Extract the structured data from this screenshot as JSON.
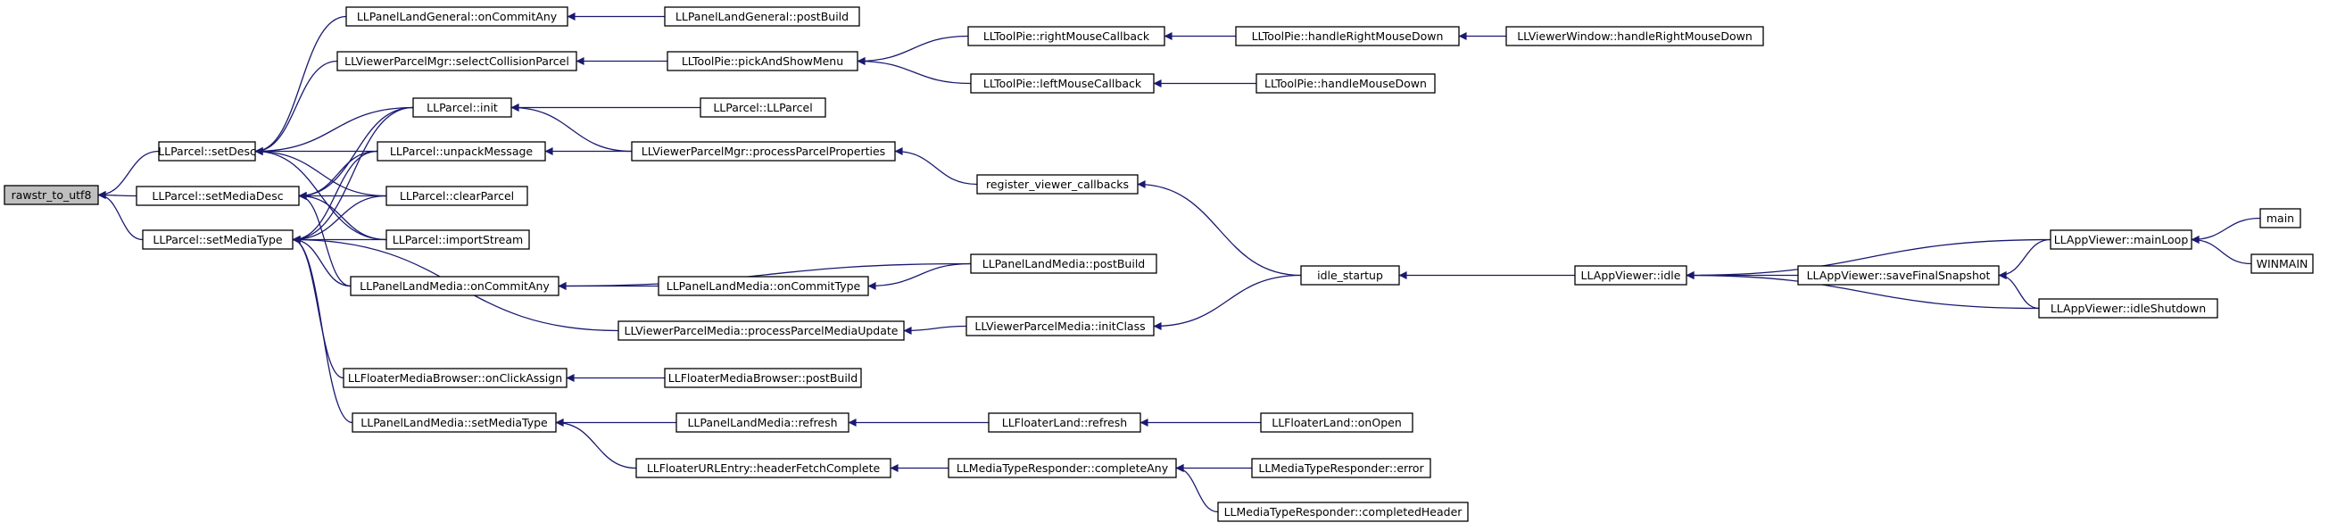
{
  "graph": {
    "type": "caller-graph",
    "colors": {
      "edge": "#191970",
      "node_border": "#000000",
      "root_fill": "#bfbfbf",
      "node_fill": "#ffffff"
    },
    "nodes": [
      {
        "id": "n1",
        "label": "rawstr_to_utf8",
        "root": true
      },
      {
        "id": "n2",
        "label": "LLParcel::setDesc"
      },
      {
        "id": "n3",
        "label": "LLParcel::setMediaDesc"
      },
      {
        "id": "n4",
        "label": "LLParcel::setMediaType"
      },
      {
        "id": "n5",
        "label": "LLPanelLandGeneral::onCommitAny"
      },
      {
        "id": "n6",
        "label": "LLPanelLandGeneral::postBuild"
      },
      {
        "id": "n7",
        "label": "LLViewerParcelMgr::selectCollisionParcel"
      },
      {
        "id": "n8",
        "label": "LLToolPie::pickAndShowMenu"
      },
      {
        "id": "n9",
        "label": "LLToolPie::rightMouseCallback"
      },
      {
        "id": "n10",
        "label": "LLToolPie::handleRightMouseDown"
      },
      {
        "id": "n11",
        "label": "LLViewerWindow::handleRightMouseDown"
      },
      {
        "id": "n12",
        "label": "LLToolPie::leftMouseCallback"
      },
      {
        "id": "n13",
        "label": "LLToolPie::handleMouseDown"
      },
      {
        "id": "n14",
        "label": "LLParcel::init"
      },
      {
        "id": "n15",
        "label": "LLParcel::LLParcel"
      },
      {
        "id": "n16",
        "label": "LLParcel::unpackMessage"
      },
      {
        "id": "n17",
        "label": "LLViewerParcelMgr::processParcelProperties"
      },
      {
        "id": "n18",
        "label": "register_viewer_callbacks"
      },
      {
        "id": "n19",
        "label": "LLParcel::clearParcel"
      },
      {
        "id": "n20",
        "label": "LLParcel::importStream"
      },
      {
        "id": "n21",
        "label": "LLPanelLandMedia::postBuild"
      },
      {
        "id": "n22",
        "label": "LLPanelLandMedia::onCommitAny"
      },
      {
        "id": "n23",
        "label": "LLPanelLandMedia::onCommitType"
      },
      {
        "id": "n24",
        "label": "idle_startup"
      },
      {
        "id": "n25",
        "label": "LLAppViewer::idle"
      },
      {
        "id": "n26",
        "label": "LLAppViewer::mainLoop"
      },
      {
        "id": "n27",
        "label": "main"
      },
      {
        "id": "n28",
        "label": "WINMAIN"
      },
      {
        "id": "n29",
        "label": "LLAppViewer::saveFinalSnapshot"
      },
      {
        "id": "n30",
        "label": "LLAppViewer::idleShutdown"
      },
      {
        "id": "n31",
        "label": "LLViewerParcelMedia::processParcelMediaUpdate"
      },
      {
        "id": "n32",
        "label": "LLViewerParcelMedia::initClass"
      },
      {
        "id": "n33",
        "label": "LLFloaterMediaBrowser::onClickAssign"
      },
      {
        "id": "n34",
        "label": "LLFloaterMediaBrowser::postBuild"
      },
      {
        "id": "n35",
        "label": "LLPanelLandMedia::setMediaType"
      },
      {
        "id": "n36",
        "label": "LLPanelLandMedia::refresh"
      },
      {
        "id": "n37",
        "label": "LLFloaterLand::refresh"
      },
      {
        "id": "n38",
        "label": "LLFloaterLand::onOpen"
      },
      {
        "id": "n39",
        "label": "LLFloaterURLEntry::headerFetchComplete"
      },
      {
        "id": "n40",
        "label": "LLMediaTypeResponder::completeAny"
      },
      {
        "id": "n41",
        "label": "LLMediaTypeResponder::error"
      },
      {
        "id": "n42",
        "label": "LLMediaTypeResponder::completedHeader"
      }
    ],
    "edges": [
      {
        "from": "n2",
        "to": "n1"
      },
      {
        "from": "n3",
        "to": "n1"
      },
      {
        "from": "n4",
        "to": "n1"
      },
      {
        "from": "n5",
        "to": "n2"
      },
      {
        "from": "n7",
        "to": "n2"
      },
      {
        "from": "n14",
        "to": "n2"
      },
      {
        "from": "n16",
        "to": "n2"
      },
      {
        "from": "n19",
        "to": "n2"
      },
      {
        "from": "n20",
        "to": "n2"
      },
      {
        "from": "n22",
        "to": "n3"
      },
      {
        "from": "n14",
        "to": "n3"
      },
      {
        "from": "n16",
        "to": "n3"
      },
      {
        "from": "n19",
        "to": "n3"
      },
      {
        "from": "n20",
        "to": "n3"
      },
      {
        "from": "n14",
        "to": "n4"
      },
      {
        "from": "n16",
        "to": "n4"
      },
      {
        "from": "n19",
        "to": "n4"
      },
      {
        "from": "n20",
        "to": "n4"
      },
      {
        "from": "n22",
        "to": "n4"
      },
      {
        "from": "n31",
        "to": "n4"
      },
      {
        "from": "n33",
        "to": "n4"
      },
      {
        "from": "n35",
        "to": "n4"
      },
      {
        "from": "n6",
        "to": "n5"
      },
      {
        "from": "n8",
        "to": "n7"
      },
      {
        "from": "n9",
        "to": "n8"
      },
      {
        "from": "n12",
        "to": "n8"
      },
      {
        "from": "n10",
        "to": "n9"
      },
      {
        "from": "n11",
        "to": "n10"
      },
      {
        "from": "n13",
        "to": "n12"
      },
      {
        "from": "n15",
        "to": "n14"
      },
      {
        "from": "n17",
        "to": "n14"
      },
      {
        "from": "n17",
        "to": "n16"
      },
      {
        "from": "n18",
        "to": "n17"
      },
      {
        "from": "n24",
        "to": "n18"
      },
      {
        "from": "n21",
        "to": "n22"
      },
      {
        "from": "n23",
        "to": "n22"
      },
      {
        "from": "n21",
        "to": "n23"
      },
      {
        "from": "n25",
        "to": "n24"
      },
      {
        "from": "n26",
        "to": "n25"
      },
      {
        "from": "n29",
        "to": "n25"
      },
      {
        "from": "n30",
        "to": "n25"
      },
      {
        "from": "n27",
        "to": "n26"
      },
      {
        "from": "n28",
        "to": "n26"
      },
      {
        "from": "n26",
        "to": "n29"
      },
      {
        "from": "n30",
        "to": "n29"
      },
      {
        "from": "n32",
        "to": "n31"
      },
      {
        "from": "n24",
        "to": "n32"
      },
      {
        "from": "n34",
        "to": "n33"
      },
      {
        "from": "n36",
        "to": "n35"
      },
      {
        "from": "n39",
        "to": "n35"
      },
      {
        "from": "n37",
        "to": "n36"
      },
      {
        "from": "n38",
        "to": "n37"
      },
      {
        "from": "n40",
        "to": "n39"
      },
      {
        "from": "n41",
        "to": "n40"
      },
      {
        "from": "n42",
        "to": "n40"
      }
    ]
  }
}
